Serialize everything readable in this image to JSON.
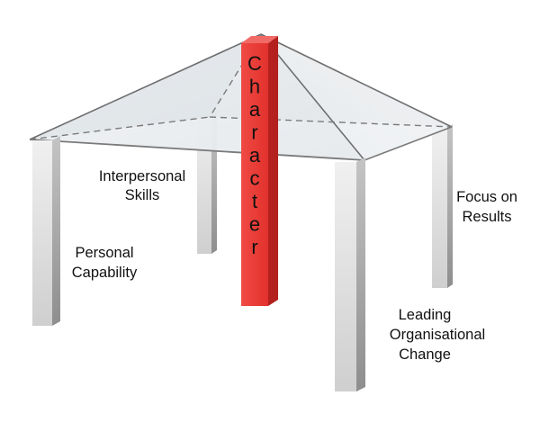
{
  "diagram": {
    "center_pillar": {
      "letters": [
        "C",
        "h",
        "a",
        "r",
        "a",
        "c",
        "t",
        "e",
        "r"
      ]
    },
    "pillars": [
      {
        "id": "personal-capability",
        "lines": [
          "Personal",
          "Capability"
        ]
      },
      {
        "id": "interpersonal-skills",
        "lines": [
          "Interpersonal",
          "Skills"
        ]
      },
      {
        "id": "focus-on-results",
        "lines": [
          "Focus on",
          "Results"
        ]
      },
      {
        "id": "leading-organisational-change",
        "lines": [
          "Leading",
          "Organisational",
          "Change"
        ]
      }
    ]
  },
  "colors": {
    "pillar_front": "#d9d9d9",
    "pillar_side": "#a8a8a8",
    "center_pillar_front": "#e8332e",
    "center_pillar_side": "#b3201d",
    "roof_fill": "#e9edf1",
    "roof_line": "#6f6f6f"
  }
}
